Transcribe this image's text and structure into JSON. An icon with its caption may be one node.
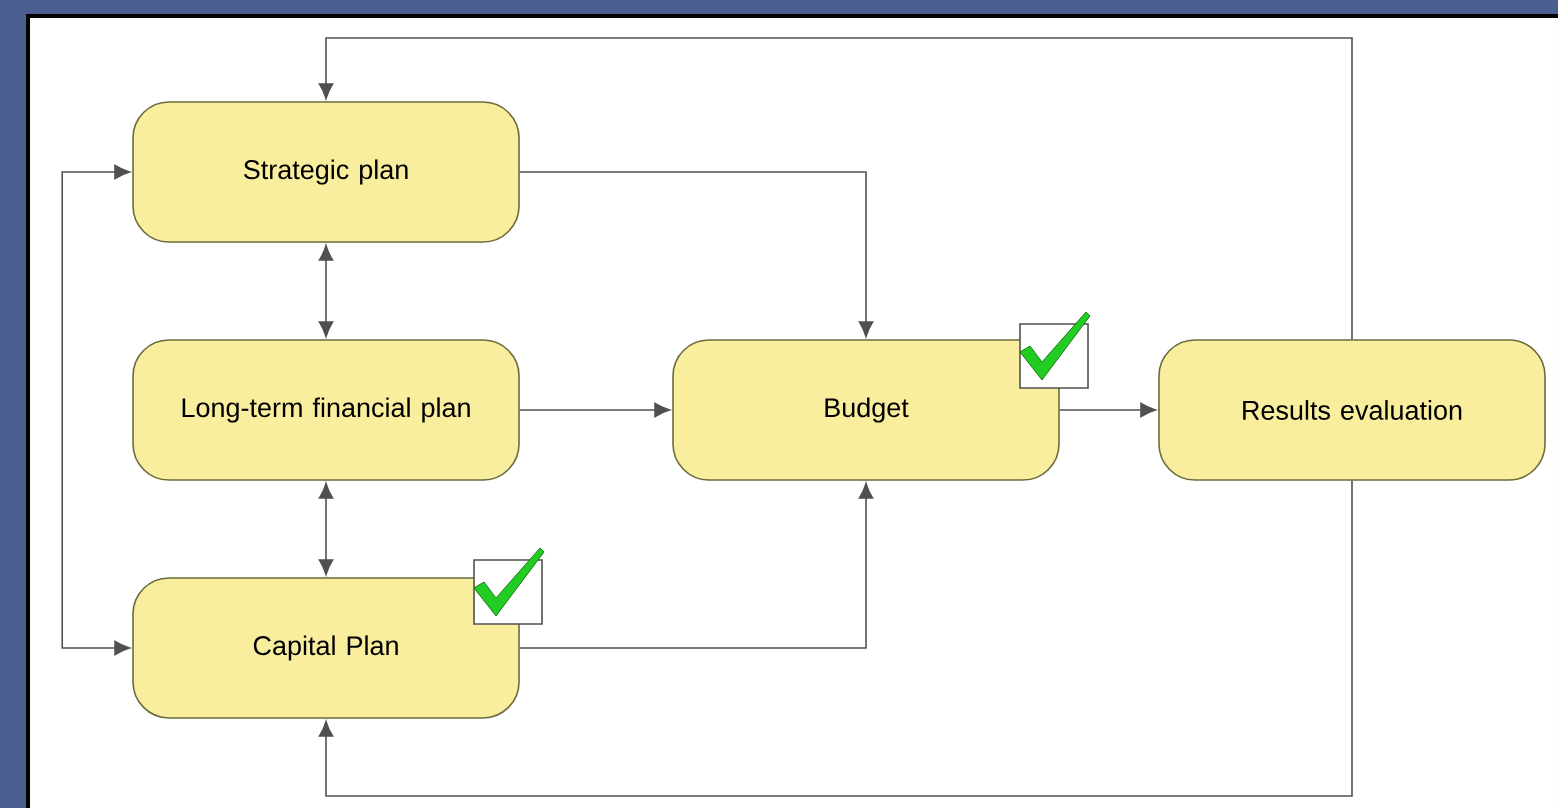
{
  "diagram": {
    "nodes": [
      {
        "text": [
          "Strategic plan"
        ]
      },
      {
        "text": [
          "Long-term financial plan"
        ]
      },
      {
        "text": [
          "Capital Plan"
        ]
      },
      {
        "text": [
          "Budget"
        ]
      },
      {
        "text": [
          "Results evaluation"
        ]
      }
    ],
    "edges": [
      {
        "from": 0,
        "to": 1,
        "arrow": "both"
      },
      {
        "from": 1,
        "to": 2,
        "arrow": "both"
      },
      {
        "from": 0,
        "to": 3,
        "arrow": "to"
      },
      {
        "from": 1,
        "to": 3,
        "arrow": "to"
      },
      {
        "from": 2,
        "to": 3,
        "arrow": "to"
      },
      {
        "from": 3,
        "to": 4,
        "arrow": "to"
      },
      {
        "from": 4,
        "to": 0,
        "arrow": "to"
      },
      {
        "from": 4,
        "to": 2,
        "arrow": "to"
      },
      {
        "from": 2,
        "to": 0,
        "arrow": "both"
      }
    ]
  }
}
